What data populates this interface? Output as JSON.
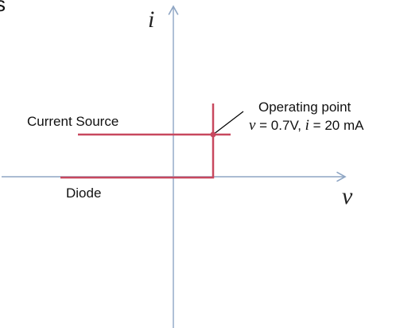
{
  "corner_fragment": "s",
  "axes": {
    "x_label": "v",
    "y_label": "i"
  },
  "curves": {
    "current_source_label": "Current Source",
    "diode_label": "Diode"
  },
  "operating_point": {
    "title": "Operating point",
    "v_symbol": "v",
    "v_value": " = 0.7V, ",
    "i_symbol": "i",
    "i_value": " = 20 mA"
  },
  "colors": {
    "axis": "#8fa6c4",
    "curve": "#c8485e",
    "leader": "#000000"
  }
}
